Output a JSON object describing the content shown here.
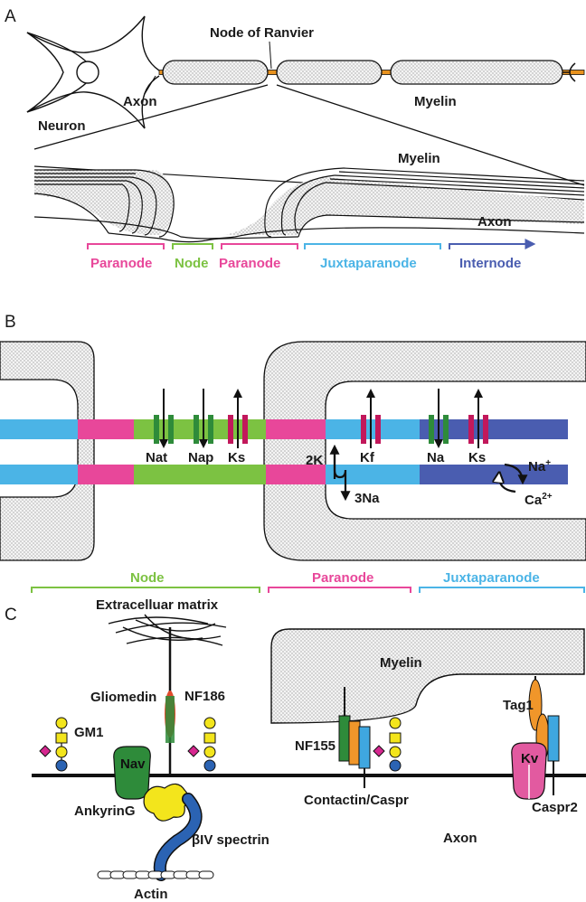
{
  "colors": {
    "paranode": "#e8479a",
    "node": "#7cc242",
    "juxtaparanode": "#4bb4e6",
    "internode": "#4a5db0",
    "axon_orange": "#e8921e",
    "nav_green": "#2e8b3a",
    "kv_pink": "#e25aa0",
    "ankyrin_yellow": "#f3e51c",
    "spectrin_blue": "#2b63b3",
    "gliomedin_red": "#e14b2c",
    "nf_orange": "#f0962a",
    "caspr_blue": "#3fa7e0",
    "myelin_fill": "#eeeeee"
  },
  "panel_a": {
    "panel_label": "A",
    "neuron_label": "Neuron",
    "axon_label": "Axon",
    "node_of_ranvier_label": "Node of Ranvier",
    "myelin_label_top": "Myelin",
    "myelin_label_zoom": "Myelin",
    "axon_label_zoom": "Axon",
    "regions": [
      {
        "label": "Paranode",
        "color": "#e8479a"
      },
      {
        "label": "Node",
        "color": "#7cc242"
      },
      {
        "label": "Paranode",
        "color": "#e8479a"
      },
      {
        "label": "Juxtaparanode",
        "color": "#4bb4e6"
      },
      {
        "label": "Internode",
        "color": "#4a5db0"
      }
    ]
  },
  "panel_b": {
    "panel_label": "B",
    "channels_top": [
      {
        "label": "Nat",
        "direction": "inward"
      },
      {
        "label": "Nap",
        "direction": "inward"
      },
      {
        "label": "Ks",
        "direction": "outward"
      },
      {
        "label": "Kf",
        "direction": "outward"
      },
      {
        "label": "Na",
        "direction": "inward"
      },
      {
        "label": "Ks",
        "direction": "outward"
      }
    ],
    "pump": {
      "in_label": "2K",
      "out_label": "3Na"
    },
    "exchanger": {
      "label_1": "Na",
      "label_1_sup": "+",
      "label_2": "Ca",
      "label_2_sup": "2+"
    }
  },
  "panel_c": {
    "panel_label": "C",
    "region_node": "Node",
    "region_paranode": "Paranode",
    "region_juxtaparanode": "Juxtaparanode",
    "ecm_label": "Extracelluar matrix",
    "myelin_label": "Myelin",
    "gliomedin_label": "Gliomedin",
    "nf186_label": "NF186",
    "gm1_label": "GM1",
    "nav_label": "Nav",
    "ankyring_label": "AnkyrinG",
    "spectrin_label": "βIV spectrin",
    "actin_label": "Actin",
    "nf155_label": "NF155",
    "contactin_label": "Contactin/Caspr",
    "tag1_label": "Tag1",
    "kv_label": "Kv",
    "caspr2_label": "Caspr2",
    "axon_label": "Axon"
  }
}
